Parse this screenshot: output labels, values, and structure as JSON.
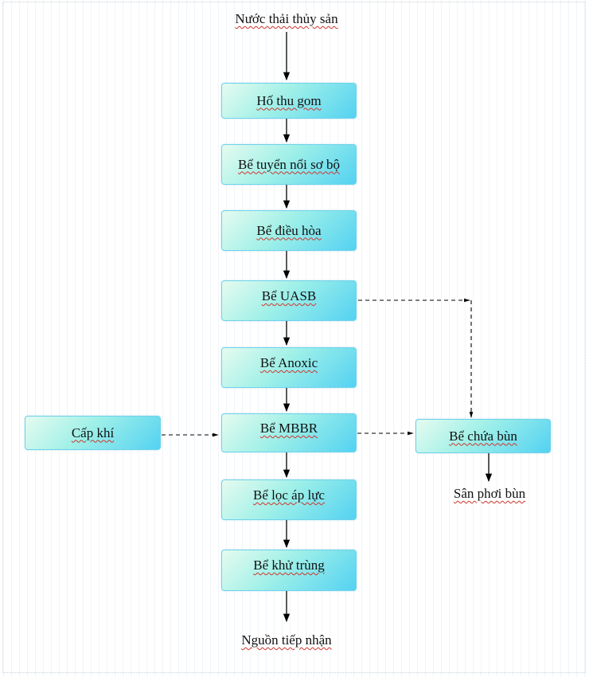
{
  "diagram": {
    "source_label": "Nước thải thủy sản",
    "output_label": "Nguồn tiếp nhận",
    "main_chain": [
      "Hố thu gom",
      "Bể tuyển nổi sơ bộ",
      "Bể điều hòa",
      "Bể UASB",
      "Bể Anoxic",
      "Bể MBBR",
      "Bể lọc áp lực",
      "Bể khử trùng"
    ],
    "air_supply": "Cấp khí",
    "sludge_tank": "Bể chứa bùn",
    "sludge_output": "Sân phơi bùn"
  },
  "colors": {
    "box_border": "#6fd2ea",
    "box_fill_light": "#e6fbef",
    "box_fill_dark": "#54d2f2",
    "arrow": "#000000",
    "spellcheck_underline": "#d0342c"
  }
}
